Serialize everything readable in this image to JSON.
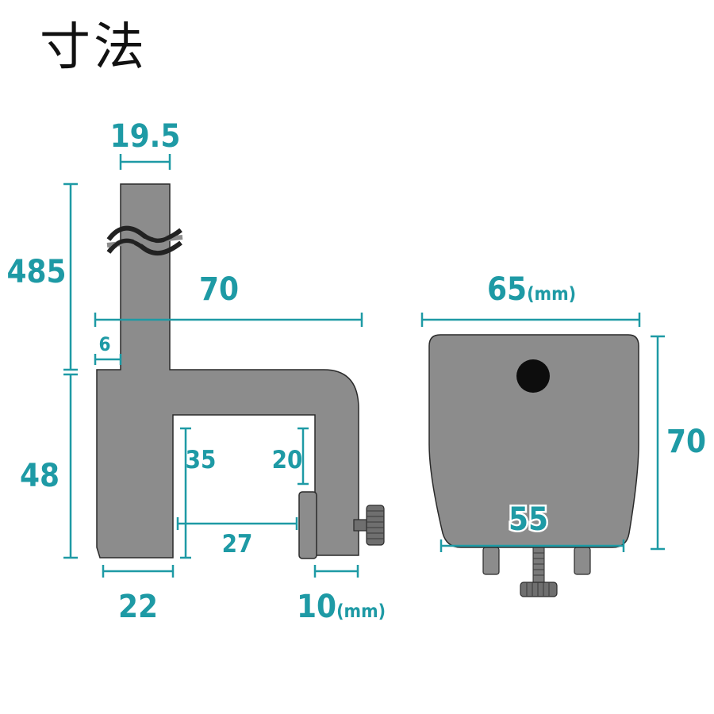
{
  "title": "寸法",
  "side_view": {
    "pole_width": "19.5",
    "pole_height": "485",
    "total_width": "70",
    "step": "6",
    "clamp_height": "48",
    "inner_height": "35",
    "screw_clearance": "20",
    "inner_width": "27",
    "base_width": "22",
    "pad_width": "10",
    "pad_unit": "(mm)"
  },
  "front_view": {
    "width": "65",
    "width_unit": "(mm)",
    "height": "70",
    "bottom_width": "55"
  },
  "colors": {
    "dimension": "#1e9aa5",
    "body": "#8c8c8c",
    "outline": "#2a2a2a",
    "hole": "#0d0d0d"
  },
  "icons": {
    "break_mark": "wavy-break-icon",
    "thumb_screw": "thumb-screw-icon"
  }
}
